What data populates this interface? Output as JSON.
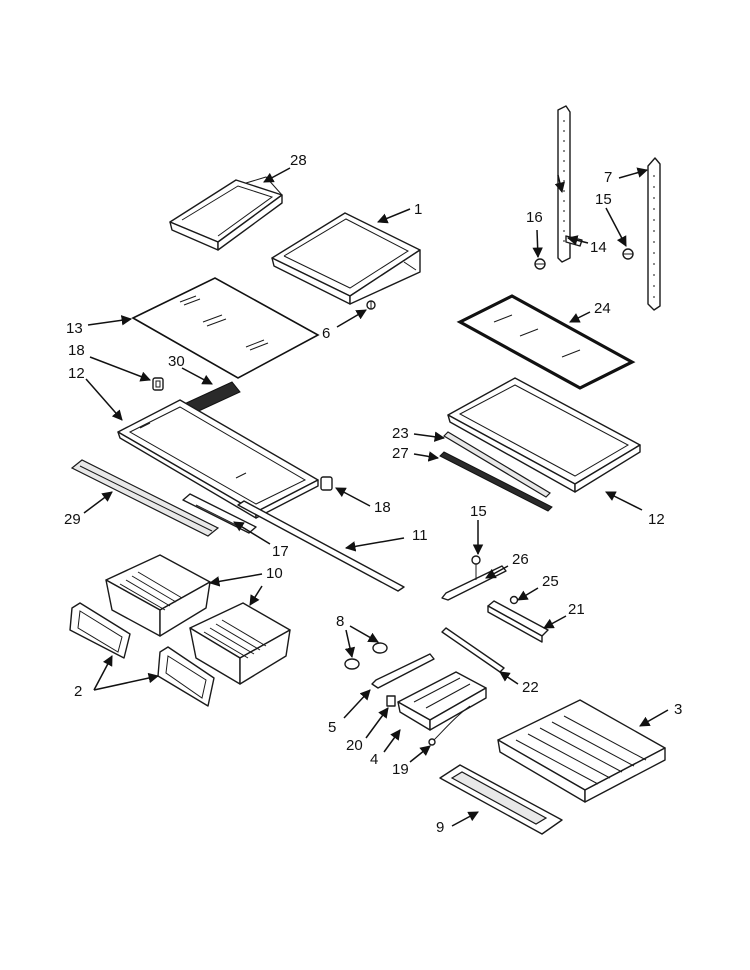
{
  "callouts": [
    "1",
    "2",
    "3",
    "4",
    "5",
    "6",
    "7",
    "8",
    "9",
    "10",
    "11",
    "12",
    "12",
    "13",
    "14",
    "15",
    "15",
    "16",
    "17",
    "18",
    "18",
    "19",
    "20",
    "21",
    "22",
    "23",
    "24",
    "25",
    "26",
    "27",
    "28",
    "29",
    "30"
  ]
}
